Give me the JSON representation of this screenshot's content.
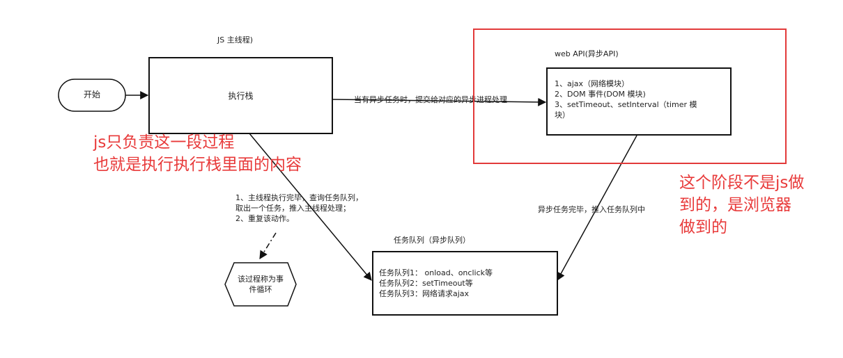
{
  "main_thread": {
    "title": "JS 主线程)",
    "stack_label": "执行栈"
  },
  "start_node": {
    "label": "开始"
  },
  "web_api": {
    "title": "web API(异步API)",
    "lines": [
      "1、ajax（网络模块）",
      "2、DOM 事件(DOM 模块)",
      "3、setTimeout、setInterval（timer 模",
      "块）"
    ]
  },
  "edge_labels": {
    "to_web_api": "当有异步任务时，提交给对应的异步进程处理",
    "to_queue": "异步任务完毕，推入任务队列中",
    "main_loop": [
      "1、主线程执行完毕，查询任务队列，",
      "取出一个任务，推入主线程处理；",
      "2、重复该动作。"
    ]
  },
  "task_queue": {
    "title": "任务队列（异步队列）",
    "lines": [
      "任务队列1：  onload、onclick等",
      "任务队列2：setTimeout等",
      "任务队列3：网络请求ajax"
    ]
  },
  "event_loop_node": {
    "lines": [
      "该过程称为事",
      "件循环"
    ]
  },
  "annotations": {
    "js_note": [
      "js只负责这一段过程",
      "也就是执行执行栈里面的内容"
    ],
    "browser_note": [
      "这个阶段不是js做",
      "到的，是浏览器",
      "做到的"
    ]
  },
  "colors": {
    "annotation": "#e83a3a",
    "lines": "#111111"
  }
}
